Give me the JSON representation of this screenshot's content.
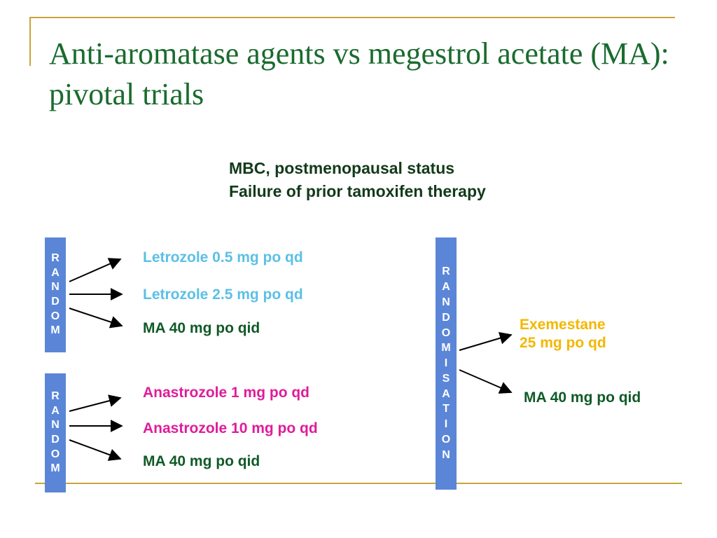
{
  "title": "Anti-aromatase agents vs megestrol acetate (MA): pivotal trials",
  "population": {
    "line1": "MBC, postmenopausal status",
    "line2": "Failure of prior tamoxifen therapy"
  },
  "randomization_labels": {
    "trial_letrozole": [
      "R",
      "A",
      "N",
      "D",
      "O",
      "M"
    ],
    "trial_anastrozole": [
      "R",
      "A",
      "N",
      "D",
      "O",
      "M"
    ],
    "trial_exemestane": [
      "R",
      "A",
      "N",
      "D",
      "O",
      "M",
      "I",
      "S",
      "A",
      "T",
      "I",
      "O",
      "N"
    ]
  },
  "arms": {
    "letrozole_low": "Letrozole 0.5 mg po qd",
    "letrozole_high": "Letrozole 2.5 mg po qd",
    "letrozole_ma": "MA 40 mg po qid",
    "anastrozole_low": "Anastrozole 1 mg po qd",
    "anastrozole_high": "Anastrozole 10 mg po qd",
    "anastrozole_ma": "MA 40 mg po qid",
    "exemestane_line1": "Exemestane",
    "exemestane_line2": "25 mg po qd",
    "exemestane_ma": "MA 40 mg po qid"
  },
  "colors": {
    "title": "#1a6b2f",
    "frame": "#c9a43a",
    "random_bar": "#5b86d8",
    "letrozole": "#5bc0e6",
    "anastrozole": "#e01b9a",
    "exemestane": "#f3b700",
    "megestrol": "#0f5a26"
  }
}
